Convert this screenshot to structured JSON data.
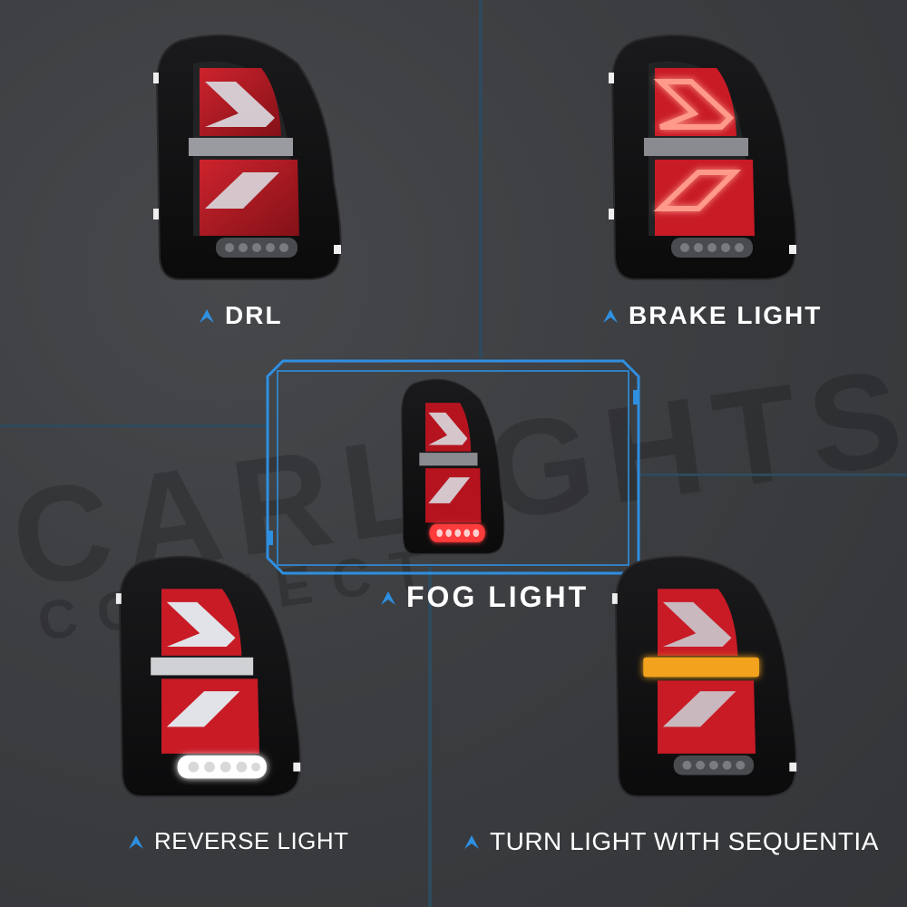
{
  "labels": {
    "drl": "DRL",
    "brake": "BRAKE LIGHT",
    "fog": "FOG LIGHT",
    "reverse": "REVERSE LIGHT",
    "turn": "TURN LIGHT WITH SEQUENTIA"
  },
  "watermark": {
    "main": "CARLIGHTS",
    "sub": "CONNECT"
  },
  "colors": {
    "accent": "#2f8fe0",
    "red_lens": "#c41a24",
    "white_bar": "#e8e8ec",
    "amber": "#f2a21b"
  },
  "icons": {
    "caption_marker": "chevron-up-icon"
  }
}
